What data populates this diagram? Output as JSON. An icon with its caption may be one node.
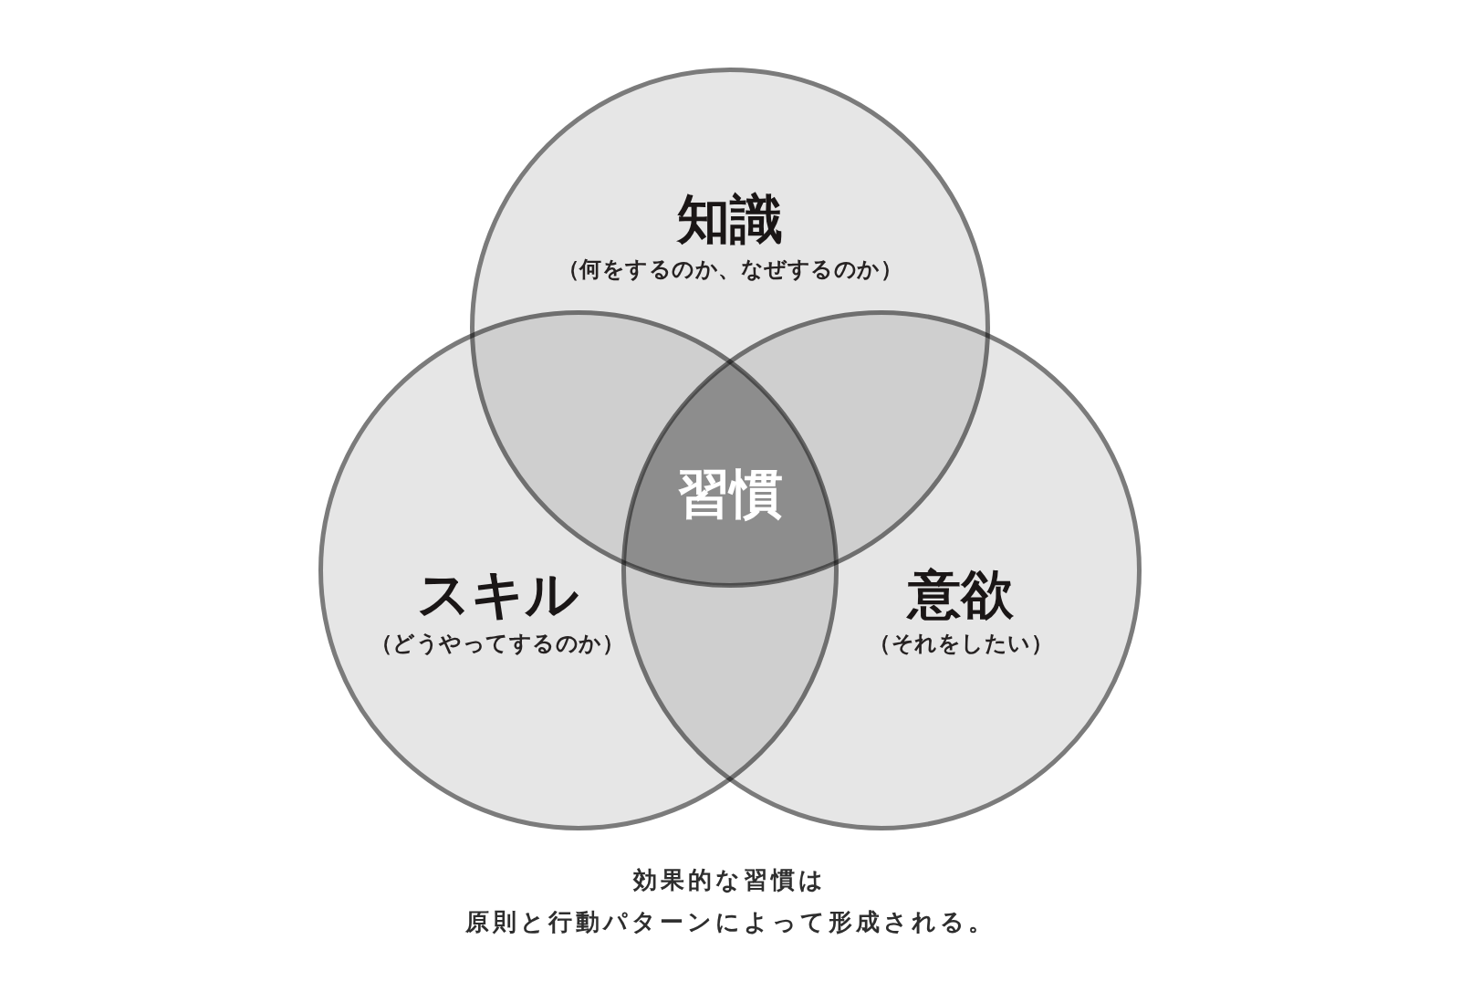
{
  "diagram": {
    "nodes": [
      {
        "text": [
          "知識",
          "（何をするのか、なぜするのか）"
        ]
      },
      {
        "text": [
          "スキル",
          "（どうやってするのか）"
        ]
      },
      {
        "text": [
          "意欲",
          "（それをしたい）"
        ]
      },
      {
        "text": [
          "習慣"
        ]
      }
    ],
    "caption": "効果的な習慣は原則と行動パターンによって形成される。"
  }
}
